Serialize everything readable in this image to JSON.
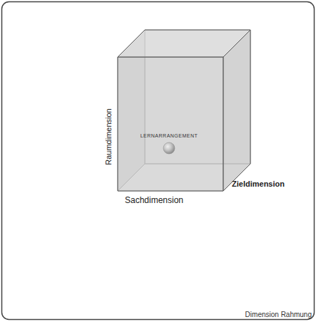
{
  "diagram": {
    "labels": [
      "LERNARRANGEMENT",
      "Raumdimension",
      "Sachdimension",
      "Zieldimension",
      "Dimension Rahmung"
    ]
  }
}
